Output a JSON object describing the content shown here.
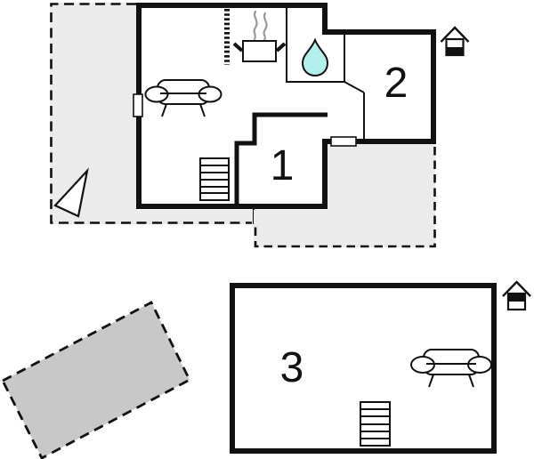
{
  "floorplan": {
    "description": "holiday-home floor plan with two buildings, terraces and patio",
    "rooms": [
      {
        "id": "room-1",
        "label": "1"
      },
      {
        "id": "room-2",
        "label": "2"
      },
      {
        "id": "room-3",
        "label": "3"
      }
    ],
    "colors": {
      "wall": "#111111",
      "terrace": "#ebebeb",
      "patio": "#c8c8c8",
      "water": "#b3f0ec",
      "steam": "#999999",
      "background": "#ffffff"
    },
    "icons": [
      "sofa-icon",
      "stairs-icon",
      "stove-pot-icon",
      "steam-icon",
      "water-drop-icon",
      "window-marker",
      "kitchen-hatch-line",
      "direction-triangle-icon",
      "floor-indicator-upper-icon",
      "floor-indicator-lower-icon"
    ]
  }
}
